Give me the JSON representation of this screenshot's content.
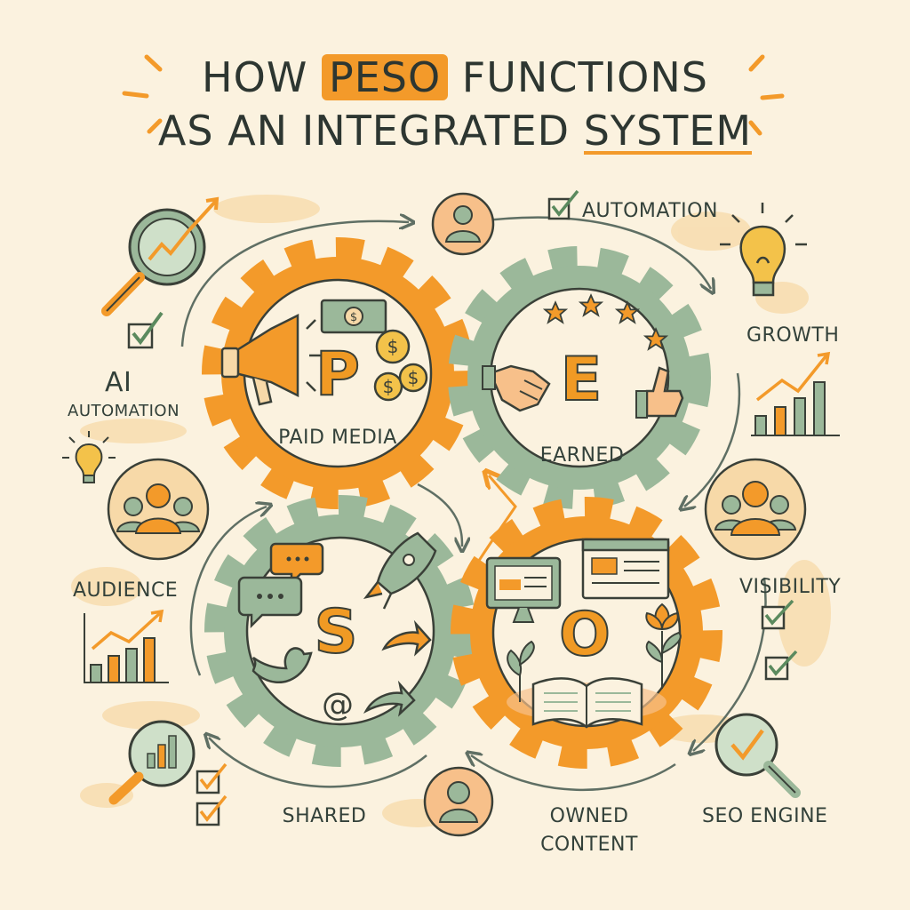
{
  "title": {
    "prefix": "HOW",
    "highlight": "PESO",
    "suffix": "FUNCTIONS",
    "line2_prefix": "AS AN INTEGRATED",
    "line2_underlined": "SYSTEM"
  },
  "gears": [
    {
      "letter": "P",
      "label": "PAID MEDIA"
    },
    {
      "letter": "E",
      "label": "EARNED"
    },
    {
      "letter": "S",
      "label": "SHARED"
    },
    {
      "letter": "O",
      "label": "OWNED CONTENT",
      "label_lines": [
        "OWNED",
        "CONTENT"
      ]
    }
  ],
  "labels": {
    "automation_top": "AUTOMATION",
    "ai": "AI",
    "ai_automation": "AUTOMATION",
    "growth": "GROWTH",
    "audience": "AUDIENCE",
    "visibility": "VISIBILITY",
    "seo_engine": "SEO ENGINE"
  },
  "colors": {
    "orange": "#f39a2a",
    "green": "#9bb89a",
    "ink": "#3a4038",
    "cream": "#fbf2df",
    "peach": "#f7d9a8"
  },
  "icons": [
    "magnifier-chart-icon",
    "checkbox-icon",
    "lightbulb-icon",
    "people-group-icon",
    "bar-chart-icon",
    "person-icon",
    "megaphone-icon",
    "money-bill-icon",
    "coins-icon",
    "stars-icon",
    "handshake-icon",
    "thumbs-up-icon",
    "speech-bubble-icon",
    "rocket-icon",
    "bird-icon",
    "at-sign-icon",
    "share-arrow-icon",
    "monitor-icon",
    "browser-window-icon",
    "book-icon",
    "plant-icon",
    "flower-icon",
    "growth-chart-icon"
  ]
}
